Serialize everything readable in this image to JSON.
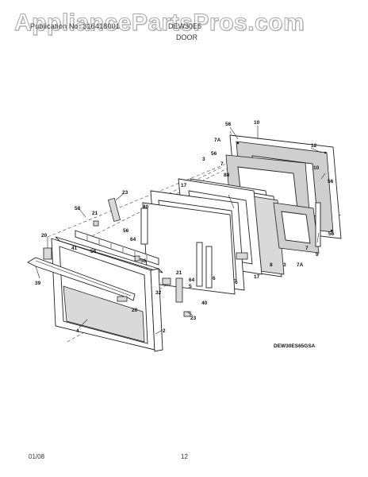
{
  "watermark": "AppliancePartsPros.com",
  "header": {
    "publication": "Publication No: 316418001",
    "model": "DEW30E5",
    "section": "DOOR"
  },
  "footer": {
    "date": "01/08",
    "page": "12"
  },
  "diagram_code": "DEW30ES65GSA",
  "callouts": {
    "c56a": "56",
    "c10a": "10",
    "c7Aa": "7A",
    "c12": "12",
    "c56b": "56",
    "c7a": "7",
    "c88": "88",
    "c10b": "10",
    "c56c": "56",
    "c3a": "3",
    "c17a": "17",
    "c23a": "23",
    "c40a": "40",
    "c58": "58",
    "c21a": "21",
    "c56d": "56",
    "c64a": "64",
    "c56e": "56",
    "c20a": "20",
    "c41": "41",
    "c56f": "56",
    "c39": "39",
    "c20b": "20",
    "c4": "4",
    "c2": "2",
    "c32": "32",
    "c21b": "21",
    "c64b": "64",
    "c5": "5",
    "c6": "6",
    "c40b": "40",
    "c23b": "23",
    "c17b": "17",
    "c8": "8",
    "c3b": "3",
    "c7Ab": "7A",
    "c7b": "7",
    "c9": "9",
    "c56g": "56"
  }
}
